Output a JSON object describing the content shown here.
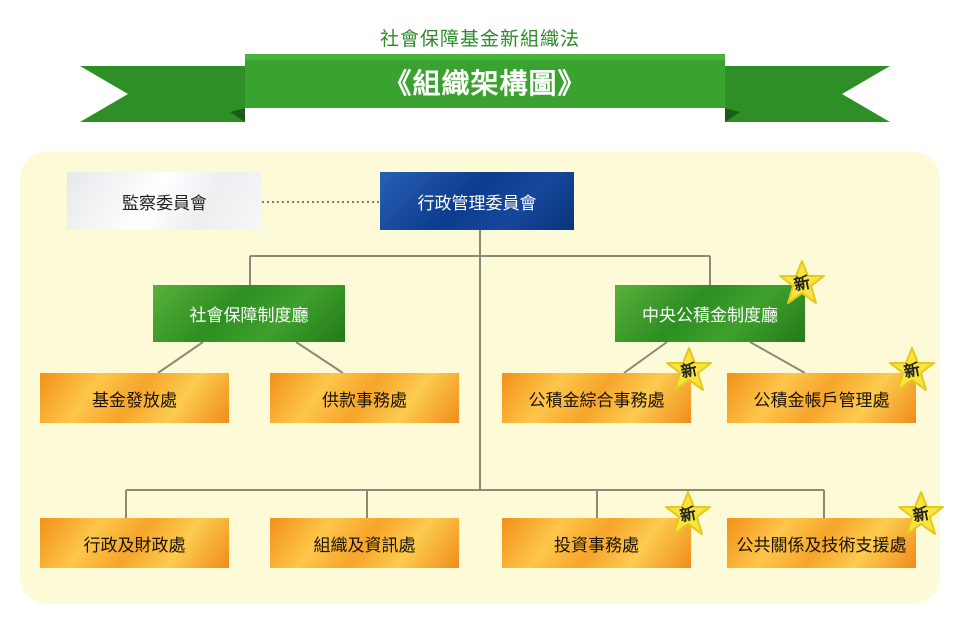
{
  "header": {
    "subtitle": "社會保障基金新組織法",
    "title": "《組織架構圖》"
  },
  "nodes": {
    "supervisory": "監察委員會",
    "admin_committee": "行政管理委員會",
    "social_security_dept": "社會保障制度廳",
    "provident_fund_dept": "中央公積金制度廳",
    "fund_payment": "基金發放處",
    "contribution": "供款事務處",
    "provident_general": "公積金綜合事務處",
    "provident_account": "公積金帳戶管理處",
    "admin_finance": "行政及財政處",
    "org_info": "組織及資訊處",
    "investment": "投資事務處",
    "public_relations": "公共關係及技術支援處"
  },
  "badges": {
    "new_label": "新"
  },
  "colors": {
    "blue": "#0b3d8e",
    "green": "#2d8e22",
    "orange": "#f6a52a",
    "panel": "#fdfbd7",
    "star": "#f7e43d"
  }
}
